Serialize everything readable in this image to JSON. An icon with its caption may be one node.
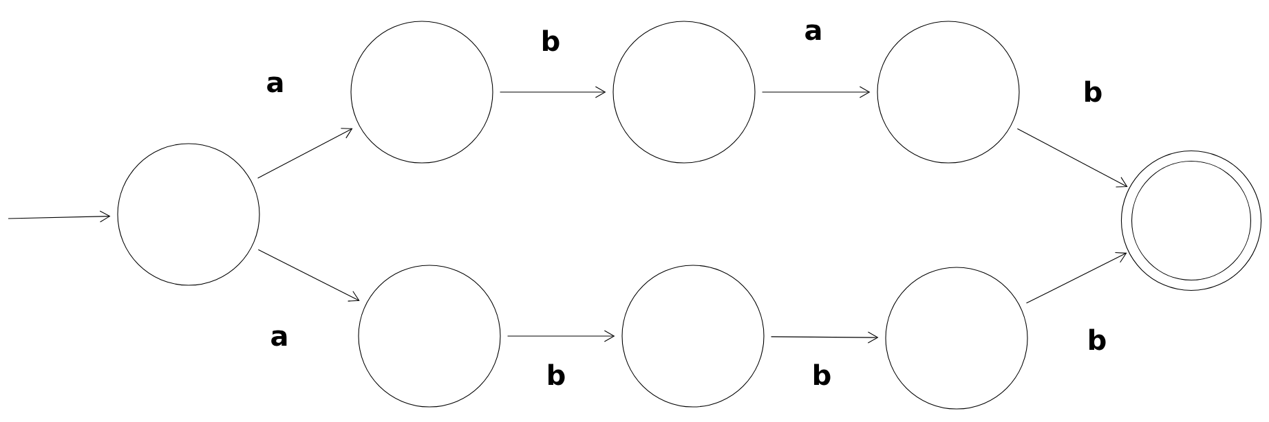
{
  "diagram": {
    "nodes": [
      {
        "text": [],
        "shape": "circle"
      },
      {
        "text": [],
        "shape": "circle"
      },
      {
        "text": [],
        "shape": "circle"
      },
      {
        "text": [],
        "shape": "circle"
      },
      {
        "text": [],
        "shape": "double-circle"
      },
      {
        "text": [],
        "shape": "circle"
      },
      {
        "text": [],
        "shape": "circle"
      },
      {
        "text": [],
        "shape": "circle"
      }
    ],
    "edges": [
      {
        "from": null,
        "to": 0,
        "arrow": "to"
      },
      {
        "from": 0,
        "to": 1,
        "arrow": "to",
        "label": "a"
      },
      {
        "from": 1,
        "to": 2,
        "arrow": "to",
        "label": "b"
      },
      {
        "from": 2,
        "to": 3,
        "arrow": "to",
        "label": "a"
      },
      {
        "from": 3,
        "to": 4,
        "arrow": "to",
        "label": "b"
      },
      {
        "from": 0,
        "to": 5,
        "arrow": "to",
        "label": "a"
      },
      {
        "from": 5,
        "to": 6,
        "arrow": "to",
        "label": "b"
      },
      {
        "from": 6,
        "to": 7,
        "arrow": "to",
        "label": "b"
      },
      {
        "from": 7,
        "to": 4,
        "arrow": "to",
        "label": "b"
      }
    ]
  }
}
